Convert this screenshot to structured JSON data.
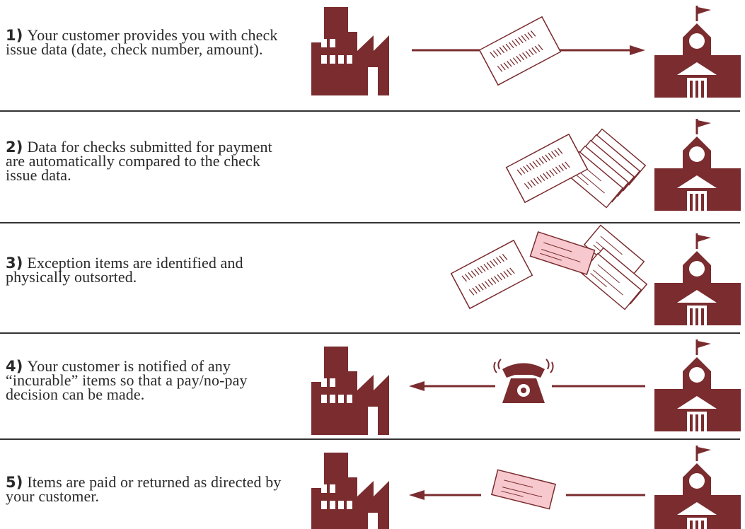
{
  "colors": {
    "icon": "#7a2c2f",
    "check_fill": "#f7c9ce",
    "line": "#333333"
  },
  "steps": [
    {
      "num": "1)",
      "text": "Your customer provides you with check issue data (date, check number, amount)."
    },
    {
      "num": "2)",
      "text": "Data for checks submitted for payment are automatically compared to the check issue data."
    },
    {
      "num": "3)",
      "text": "Exception items are identified and physically outsorted."
    },
    {
      "num": "4)",
      "text": "Your customer is notified of any “incurable” items so that a pay/no-pay decision can be made."
    },
    {
      "num": "5)",
      "text": "Items are paid or returned as directed by your customer."
    }
  ],
  "icons": [
    "factory-icon",
    "bank-icon",
    "document-icon",
    "check-icon",
    "telephone-icon",
    "arrow-right-icon",
    "arrow-left-icon"
  ]
}
